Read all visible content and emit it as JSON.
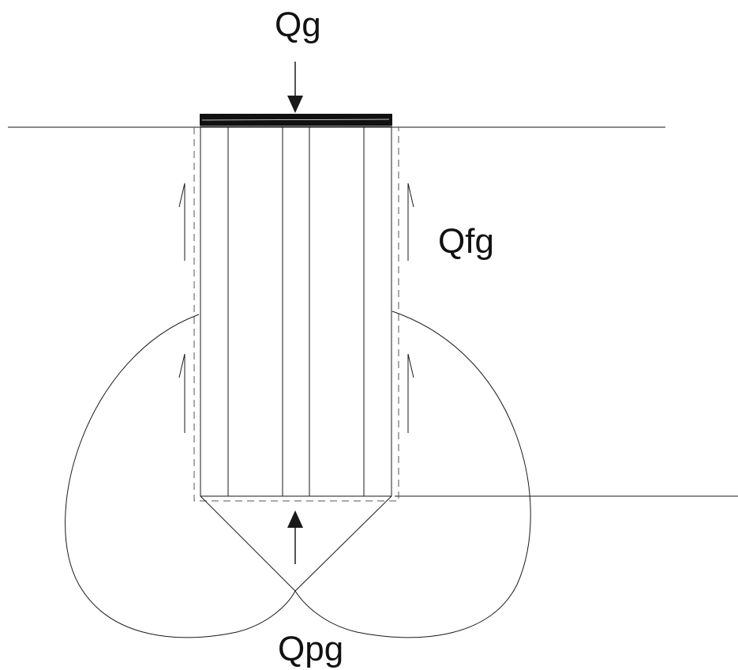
{
  "labels": {
    "qg": "Qg",
    "qfg": "Qfg",
    "qpg": "Qpg"
  },
  "colors": {
    "line": "#1a1a1a",
    "cap": "#111111",
    "dashed": "#555555",
    "background": "#ffffff"
  }
}
